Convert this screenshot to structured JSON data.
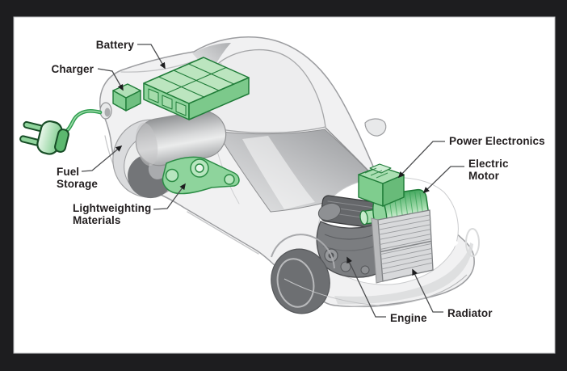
{
  "frame": {
    "background": "#1d1d1f",
    "canvas_color": "#ffffff"
  },
  "diagram": {
    "labels": {
      "battery": "Battery",
      "charger": "Charger",
      "fuel_storage": {
        "line1": "Fuel",
        "line2": "Storage"
      },
      "lightweighting": {
        "line1": "Lightweighting",
        "line2": "Materials"
      },
      "power_electronics": "Power Electronics",
      "electric_motor": {
        "line1": "Electric",
        "line2": "Motor"
      },
      "engine": "Engine",
      "radiator": "Radiator"
    },
    "colors": {
      "component_green": "#8fd49c",
      "component_green_light": "#b7e4bb",
      "component_green_dark": "#1f7c38",
      "car_body_gray": "#f1f1f2",
      "car_outline_gray": "#9c9da0",
      "label_text": "#231f20",
      "leader_line": "#4c4d4f"
    }
  }
}
